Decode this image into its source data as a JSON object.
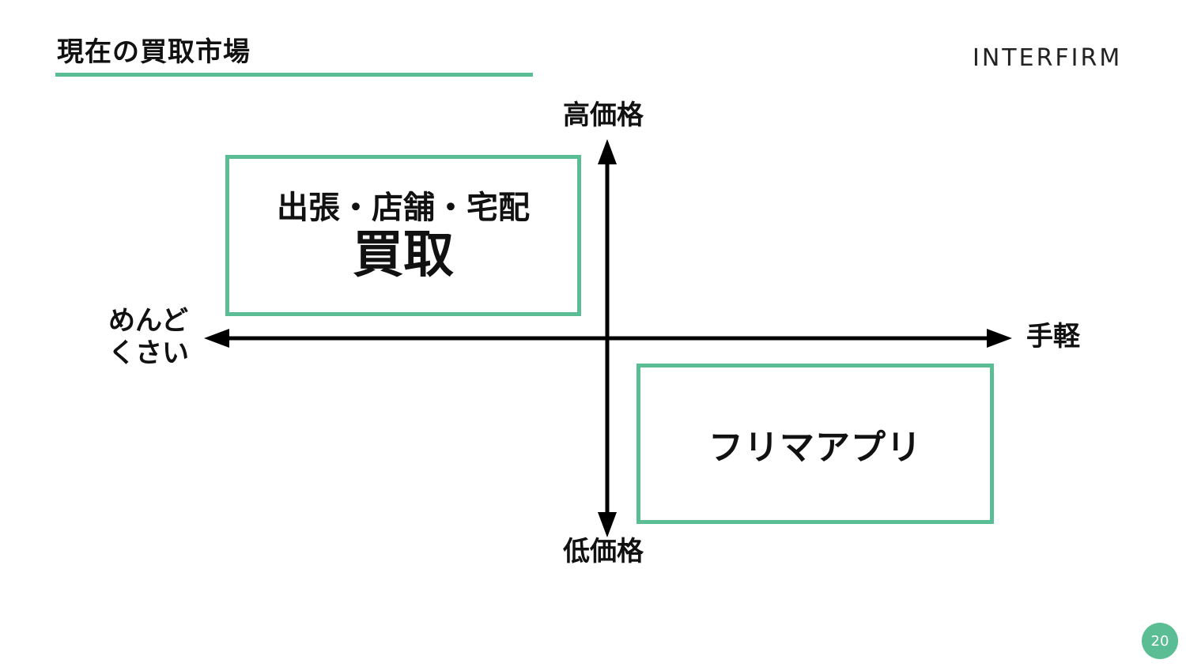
{
  "slide": {
    "title": "現在の買取市場",
    "logo": "INTERFIRM",
    "page_number": "20"
  },
  "axes": {
    "top": "高価格",
    "bottom": "低価格",
    "right": "手軽",
    "left_line1": "めんど",
    "left_line2": "くさい"
  },
  "quadrants": {
    "top_left": {
      "subtitle": "出張・店舗・宅配",
      "title": "買取"
    },
    "bottom_right": {
      "title": "フリマアプリ"
    }
  },
  "colors": {
    "accent": "#5bbd94",
    "axis": "#000000"
  }
}
